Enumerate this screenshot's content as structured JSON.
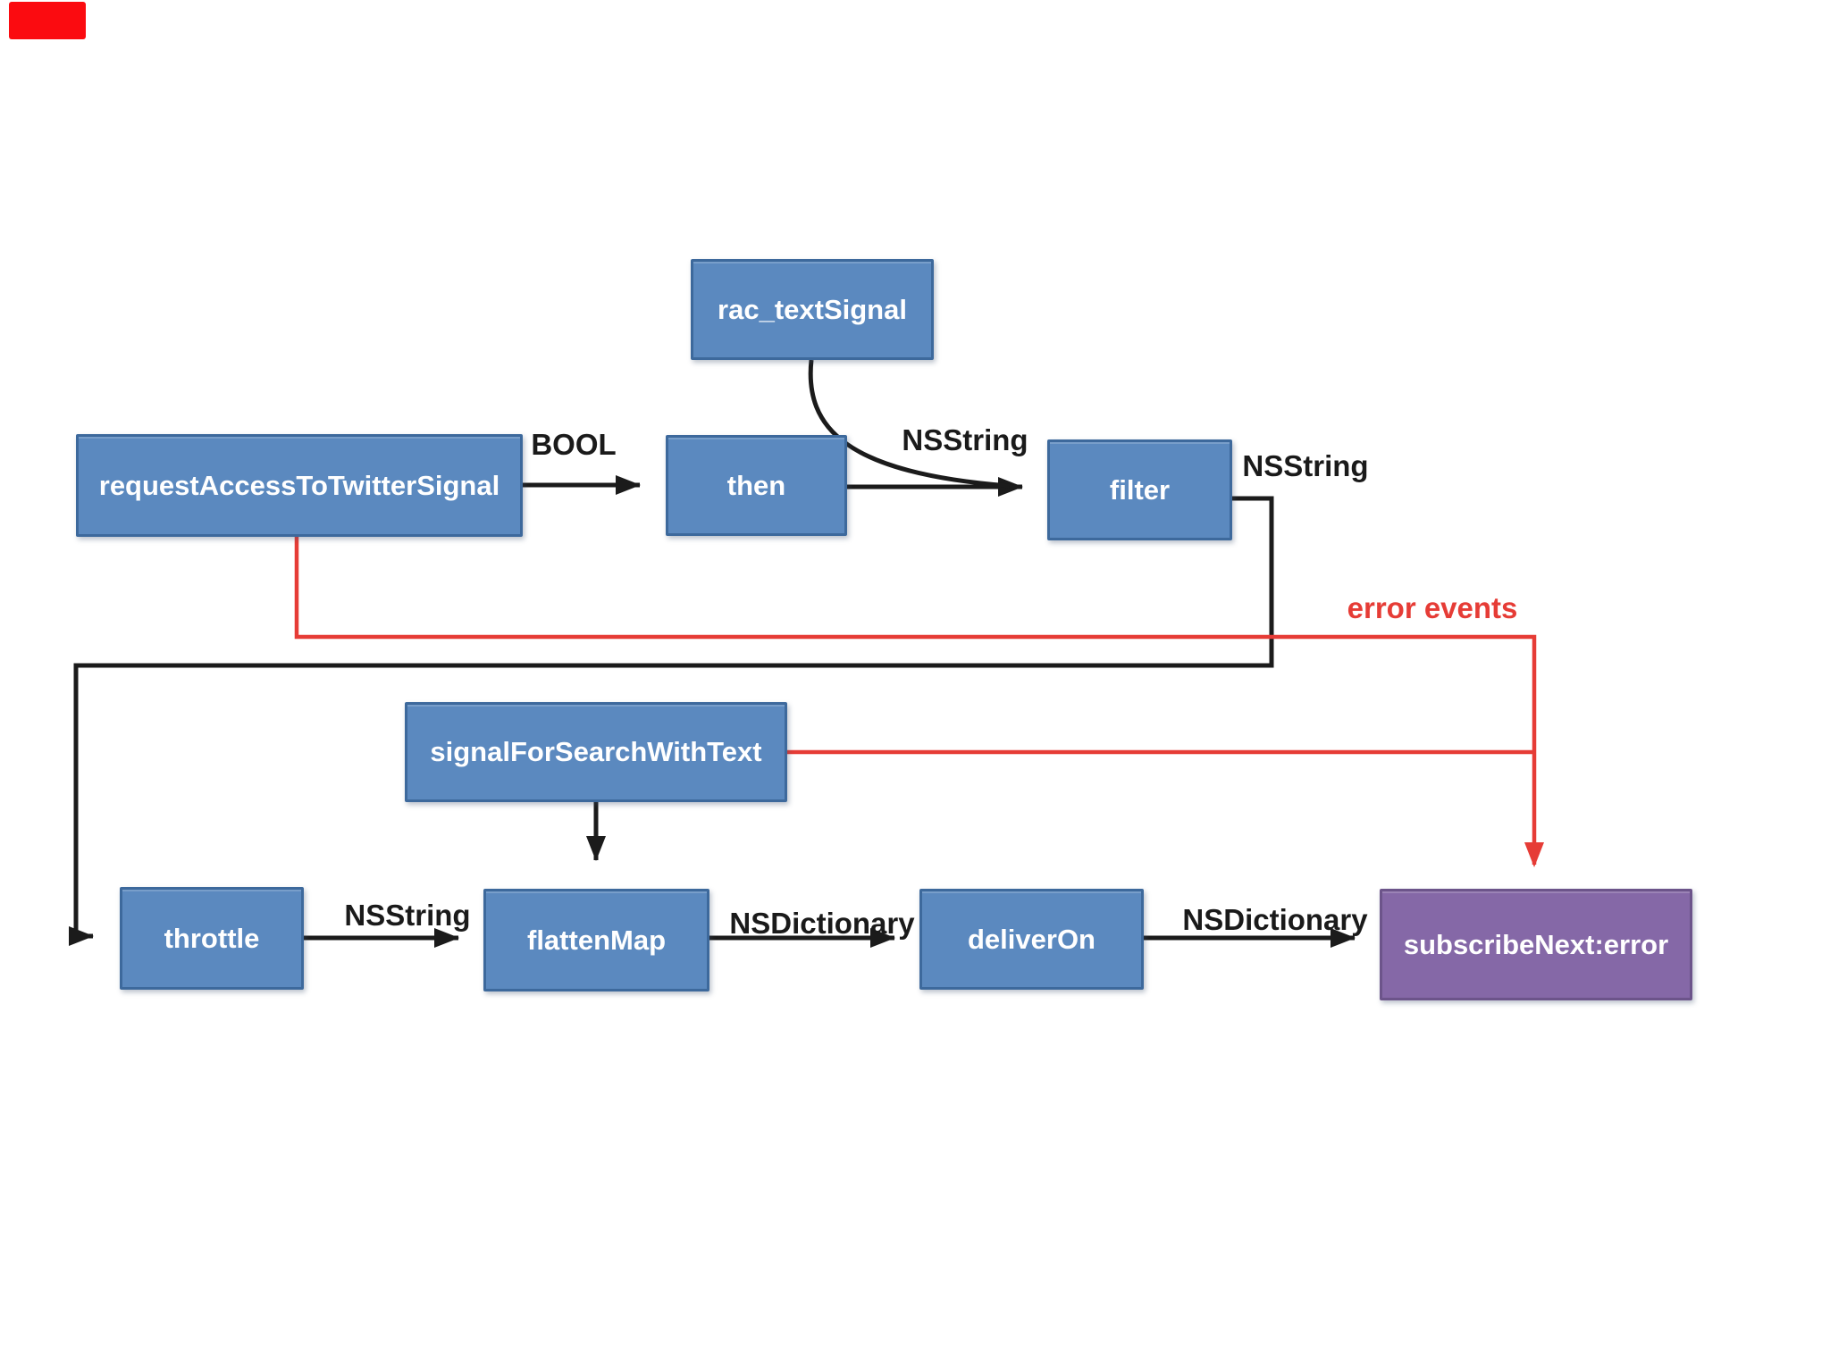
{
  "diagram": {
    "title": "ReactiveCocoa twitter search signal flow",
    "nodes": {
      "rac_textsignal": {
        "label": "rac_textSignal"
      },
      "request_access": {
        "label": "requestAccessToTwitterSignal"
      },
      "then": {
        "label": "then"
      },
      "filter": {
        "label": "filter"
      },
      "signal_for_search": {
        "label": "signalForSearchWithText"
      },
      "throttle": {
        "label": "throttle"
      },
      "flatten_map": {
        "label": "flattenMap"
      },
      "deliver_on": {
        "label": "deliverOn"
      },
      "subscribe_next": {
        "label": "subscribeNext:error"
      }
    },
    "edge_labels": {
      "bool": "BOOL",
      "nsstring_input": "NSString",
      "nsstring_output": "NSString",
      "error_events": "error events",
      "nsstring_throttled": "NSString",
      "nsdictionary_flattened": "NSDictionary",
      "nsdictionary_delivered": "NSDictionary"
    },
    "colors": {
      "node_fill": "#5b89bf",
      "node_border": "#3d699c",
      "subscriber_fill": "#8568a7",
      "subscriber_border": "#6c548a",
      "line": "#1b1b1b",
      "error_line": "#e63c36",
      "label_text": "#1a1a1a",
      "corner_artifact": "#fb0b10"
    }
  }
}
